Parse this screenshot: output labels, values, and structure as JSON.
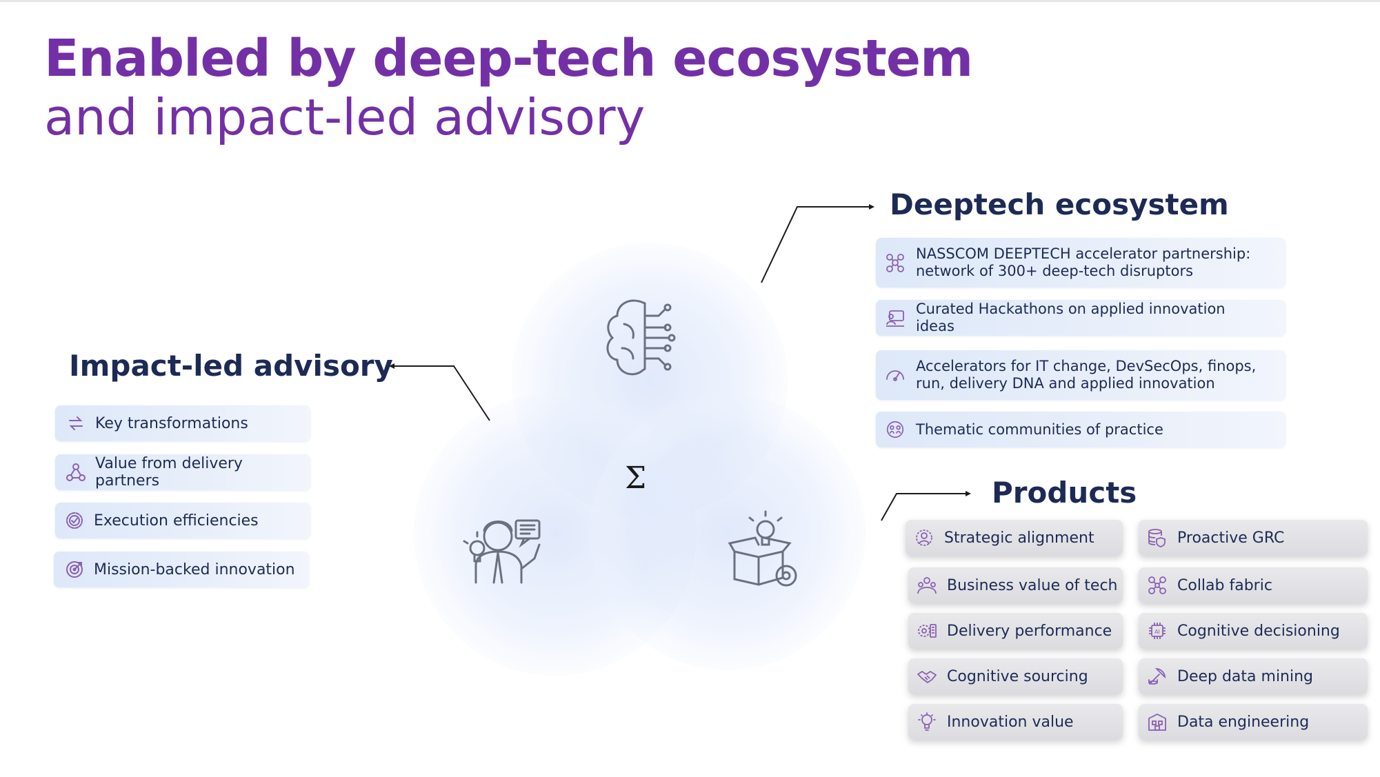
{
  "title": {
    "line1": "Enabled by deep-tech ecosystem",
    "line2": "and impact-led advisory"
  },
  "venn": {
    "center_symbol": "Σ"
  },
  "advisory": {
    "heading": "Impact-led advisory",
    "items": [
      {
        "label": "Key transformations",
        "icon": "exchange-arrows-icon"
      },
      {
        "label": "Value from delivery partners",
        "icon": "network-people-icon"
      },
      {
        "label": "Execution efficiencies",
        "icon": "gear-check-icon"
      },
      {
        "label": "Mission-backed innovation",
        "icon": "target-icon"
      }
    ]
  },
  "ecosystem": {
    "heading": "Deeptech ecosystem",
    "items": [
      {
        "line1": "NASSCOM DEEPTECH accelerator partnership:",
        "line2": "network of 300+ deep-tech disruptors",
        "icon": "network-icon"
      },
      {
        "line1": "Curated Hackathons on applied innovation",
        "line2": "ideas",
        "icon": "presenter-icon"
      },
      {
        "line1": "Accelerators for IT change, DevSecOps, finops,",
        "line2": "run, delivery DNA and applied innovation",
        "icon": "speedometer-icon"
      },
      {
        "line1": "Thematic communities of practice",
        "line2": "",
        "icon": "community-icon"
      }
    ]
  },
  "products": {
    "heading": "Products",
    "left": [
      {
        "label": "Strategic alignment",
        "icon": "alignment-icon"
      },
      {
        "label": "Business value of tech",
        "icon": "team-value-icon"
      },
      {
        "label": "Delivery performance",
        "icon": "performance-icon"
      },
      {
        "label": "Cognitive sourcing",
        "icon": "handshake-icon"
      },
      {
        "label": "Innovation value",
        "icon": "lightbulb-icon"
      }
    ],
    "right": [
      {
        "label": "Proactive GRC",
        "icon": "database-shield-icon"
      },
      {
        "label": "Collab fabric",
        "icon": "collaboration-icon"
      },
      {
        "label": "Cognitive decisioning",
        "icon": "ai-chip-icon"
      },
      {
        "label": "Deep data mining",
        "icon": "mining-icon"
      },
      {
        "label": "Data engineering",
        "icon": "building-data-icon"
      }
    ]
  },
  "colors": {
    "title": "#7330a6",
    "heading": "#1d2a55",
    "icon": "#8a5fb0",
    "circle": "#dbe6fb"
  }
}
